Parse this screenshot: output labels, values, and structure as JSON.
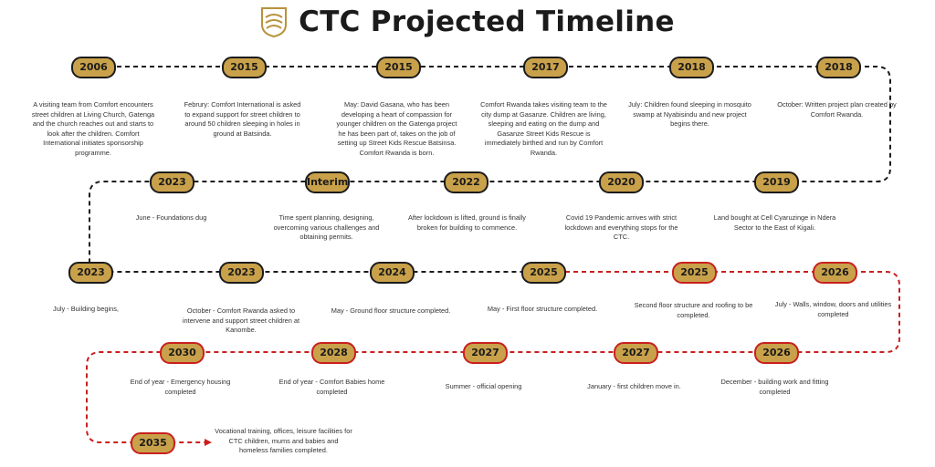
{
  "title": "CTC Projected Timeline",
  "colors": {
    "black_line": "#1b1b1b",
    "red_line": "#c8201f",
    "pill_fill": "#c9a14a",
    "logo": "#b8923c"
  },
  "events": [
    {
      "year": "2006",
      "text": "A visiting team from Comfort encounters street children at Living Church, Gatenga and the church reaches out and starts to look after the children. Comfort International initiates sponsorship programme."
    },
    {
      "year": "2015",
      "text": "Februry: Comfort International is asked to expand support for street children to around 50 children sleeping in holes in ground at Batsinda."
    },
    {
      "year": "2015",
      "text": "May: David Gasana, who has been developing a heart of compassion for younger children on the Gatenga project he has been part of, takes on the job of setting up Street Kids Rescue Batsinsa. Comfort Rwanda is born."
    },
    {
      "year": "2017",
      "text": "Comfort Rwanda takes visiting team to the city dump at Gasanze. Children are living, sleeping and eating on the dump and Gasanze Street Kids Rescue is immediately birthed and run by Comfort Rwanda."
    },
    {
      "year": "2018",
      "text": "July: Children found sleeping in mosquito swamp at Nyabisindu and new project begins there."
    },
    {
      "year": "2018",
      "text": "October: Written project plan created by Comfort Rwanda."
    },
    {
      "year": "2019",
      "text": "Land bought at Cell Cyaruzinge in Ndera Sector to the East of Kigali."
    },
    {
      "year": "2020",
      "text": "Covid 19 Pandemic arrives with strict lockdown and everything stops for the CTC."
    },
    {
      "year": "2022",
      "text": "After lockdown is lifted, ground is finally broken for building to commence."
    },
    {
      "year": "Interim",
      "text": "Time spent planning, designing, overcoming various challenges and obtaining permits."
    },
    {
      "year": "2023",
      "text": "June - Foundations dug"
    },
    {
      "year": "2023",
      "text": "July - Building begins,"
    },
    {
      "year": "2023",
      "text": "October - Comfort Rwanda asked to intervene and support street children at Kanombe."
    },
    {
      "year": "2024",
      "text": "May - Ground floor structure completed."
    },
    {
      "year": "2025",
      "text": "May - First floor structure completed."
    },
    {
      "year": "2025",
      "text": "Second floor structure and roofing to be completed."
    },
    {
      "year": "2026",
      "text": "July - Walls, window, doors and utilities completed"
    },
    {
      "year": "2026",
      "text": "December - building work and fitting completed"
    },
    {
      "year": "2027",
      "text": "January - first children move in."
    },
    {
      "year": "2027",
      "text": "Summer - official opening"
    },
    {
      "year": "2028",
      "text": "End of year - Comfort Babies home completed"
    },
    {
      "year": "2030",
      "text": "End of year - Emergency housing completed"
    },
    {
      "year": "2035",
      "text": "Vocational training, offices, leisure facilities for CTC children, mums and babies and homeless families completed."
    }
  ]
}
